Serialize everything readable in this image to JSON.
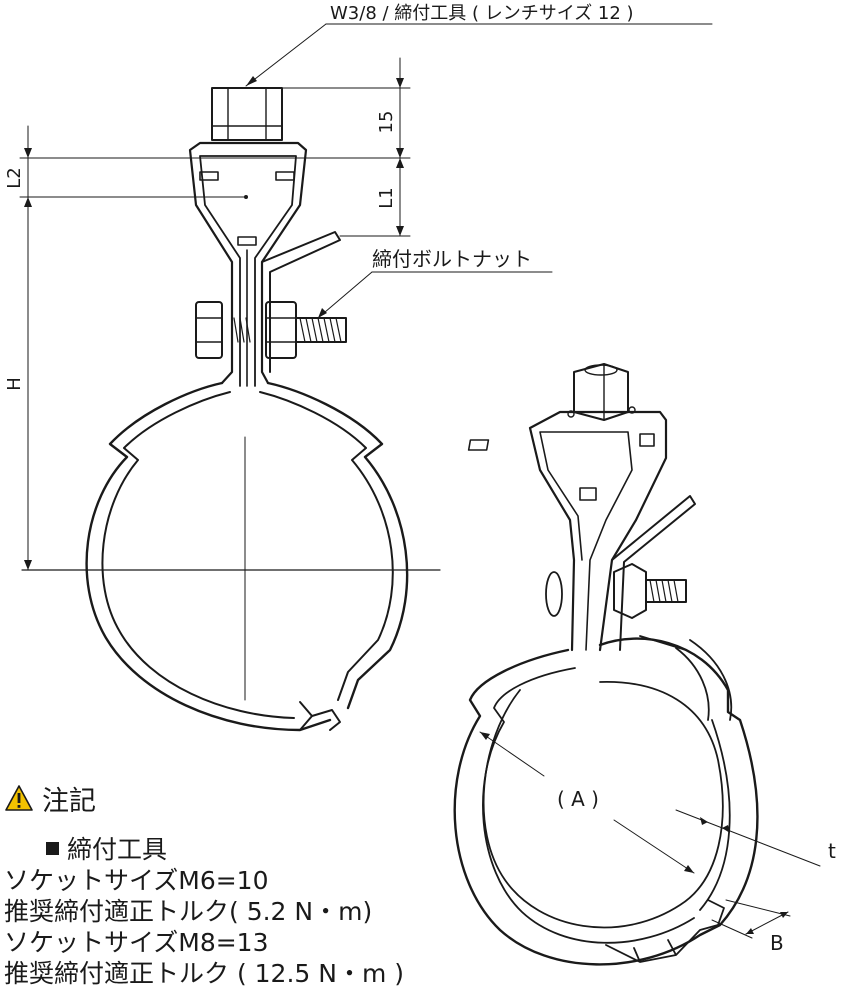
{
  "labels": {
    "top_callout": "W3/8 / 締付工具 ( レンチサイズ 12 )",
    "bolt_callout": "締付ボルトナット",
    "dim_15": "15",
    "dim_L1": "L1",
    "dim_L2": "L2",
    "dim_H": "H",
    "dim_A": "( A )",
    "dim_t": "t",
    "dim_B": "B"
  },
  "notes": {
    "title": "注記",
    "icon": "warning-triangle-icon",
    "heading": "締付工具",
    "items": [
      "ソケットサイズM6=10",
      "推奨締付適正トルク( 5.2 N・m)",
      "ソケットサイズM8=13",
      "推奨締付適正トルク ( 12.5 N・m )"
    ]
  },
  "colors": {
    "line": "#1a1a1a",
    "warning_fill": "#f2c200"
  }
}
